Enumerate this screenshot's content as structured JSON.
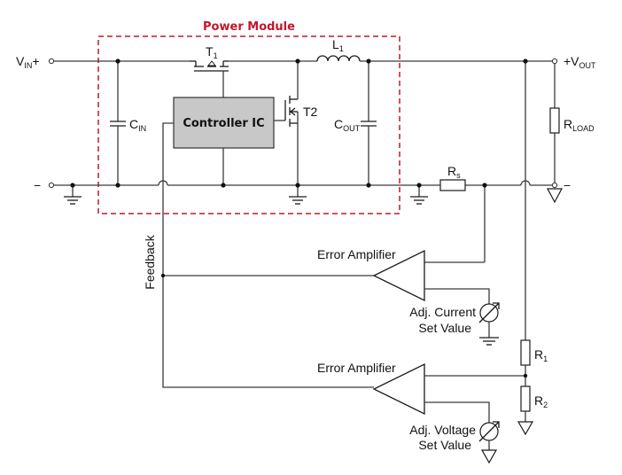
{
  "diagram": {
    "module_title": "Power Module",
    "colors": {
      "module_border": "#c0182c",
      "module_title": "#c0182c",
      "controller_fill": "#c8c8c8",
      "wire": "#3a3a3a"
    },
    "terminals": {
      "vin_plus": {
        "main": "V",
        "sub": "IN",
        "suffix": "+"
      },
      "vin_minus": "−",
      "vout_plus": {
        "prefix": "+V",
        "sub": "OUT"
      },
      "vout_minus": "−"
    },
    "components": {
      "t1": {
        "main": "T",
        "sub": "1"
      },
      "t2": "T2",
      "l1": {
        "main": "L",
        "sub": "1"
      },
      "cin": {
        "main": "C",
        "sub": "IN"
      },
      "cout": {
        "main": "C",
        "sub": "OUT"
      },
      "controller": "Controller IC",
      "rs": {
        "main": "R",
        "sub": "s"
      },
      "rload": {
        "main": "R",
        "sub": "LOAD"
      },
      "r1": {
        "main": "R",
        "sub": "1"
      },
      "r2": {
        "main": "R",
        "sub": "2"
      }
    },
    "feedback_label": "Feedback",
    "amplifiers": [
      {
        "label": "Error Amplifier",
        "setpoint_line1": "Adj. Current",
        "setpoint_line2": "Set Value"
      },
      {
        "label": "Error Amplifier",
        "setpoint_line1": "Adj. Voltage",
        "setpoint_line2": "Set Value"
      }
    ]
  }
}
